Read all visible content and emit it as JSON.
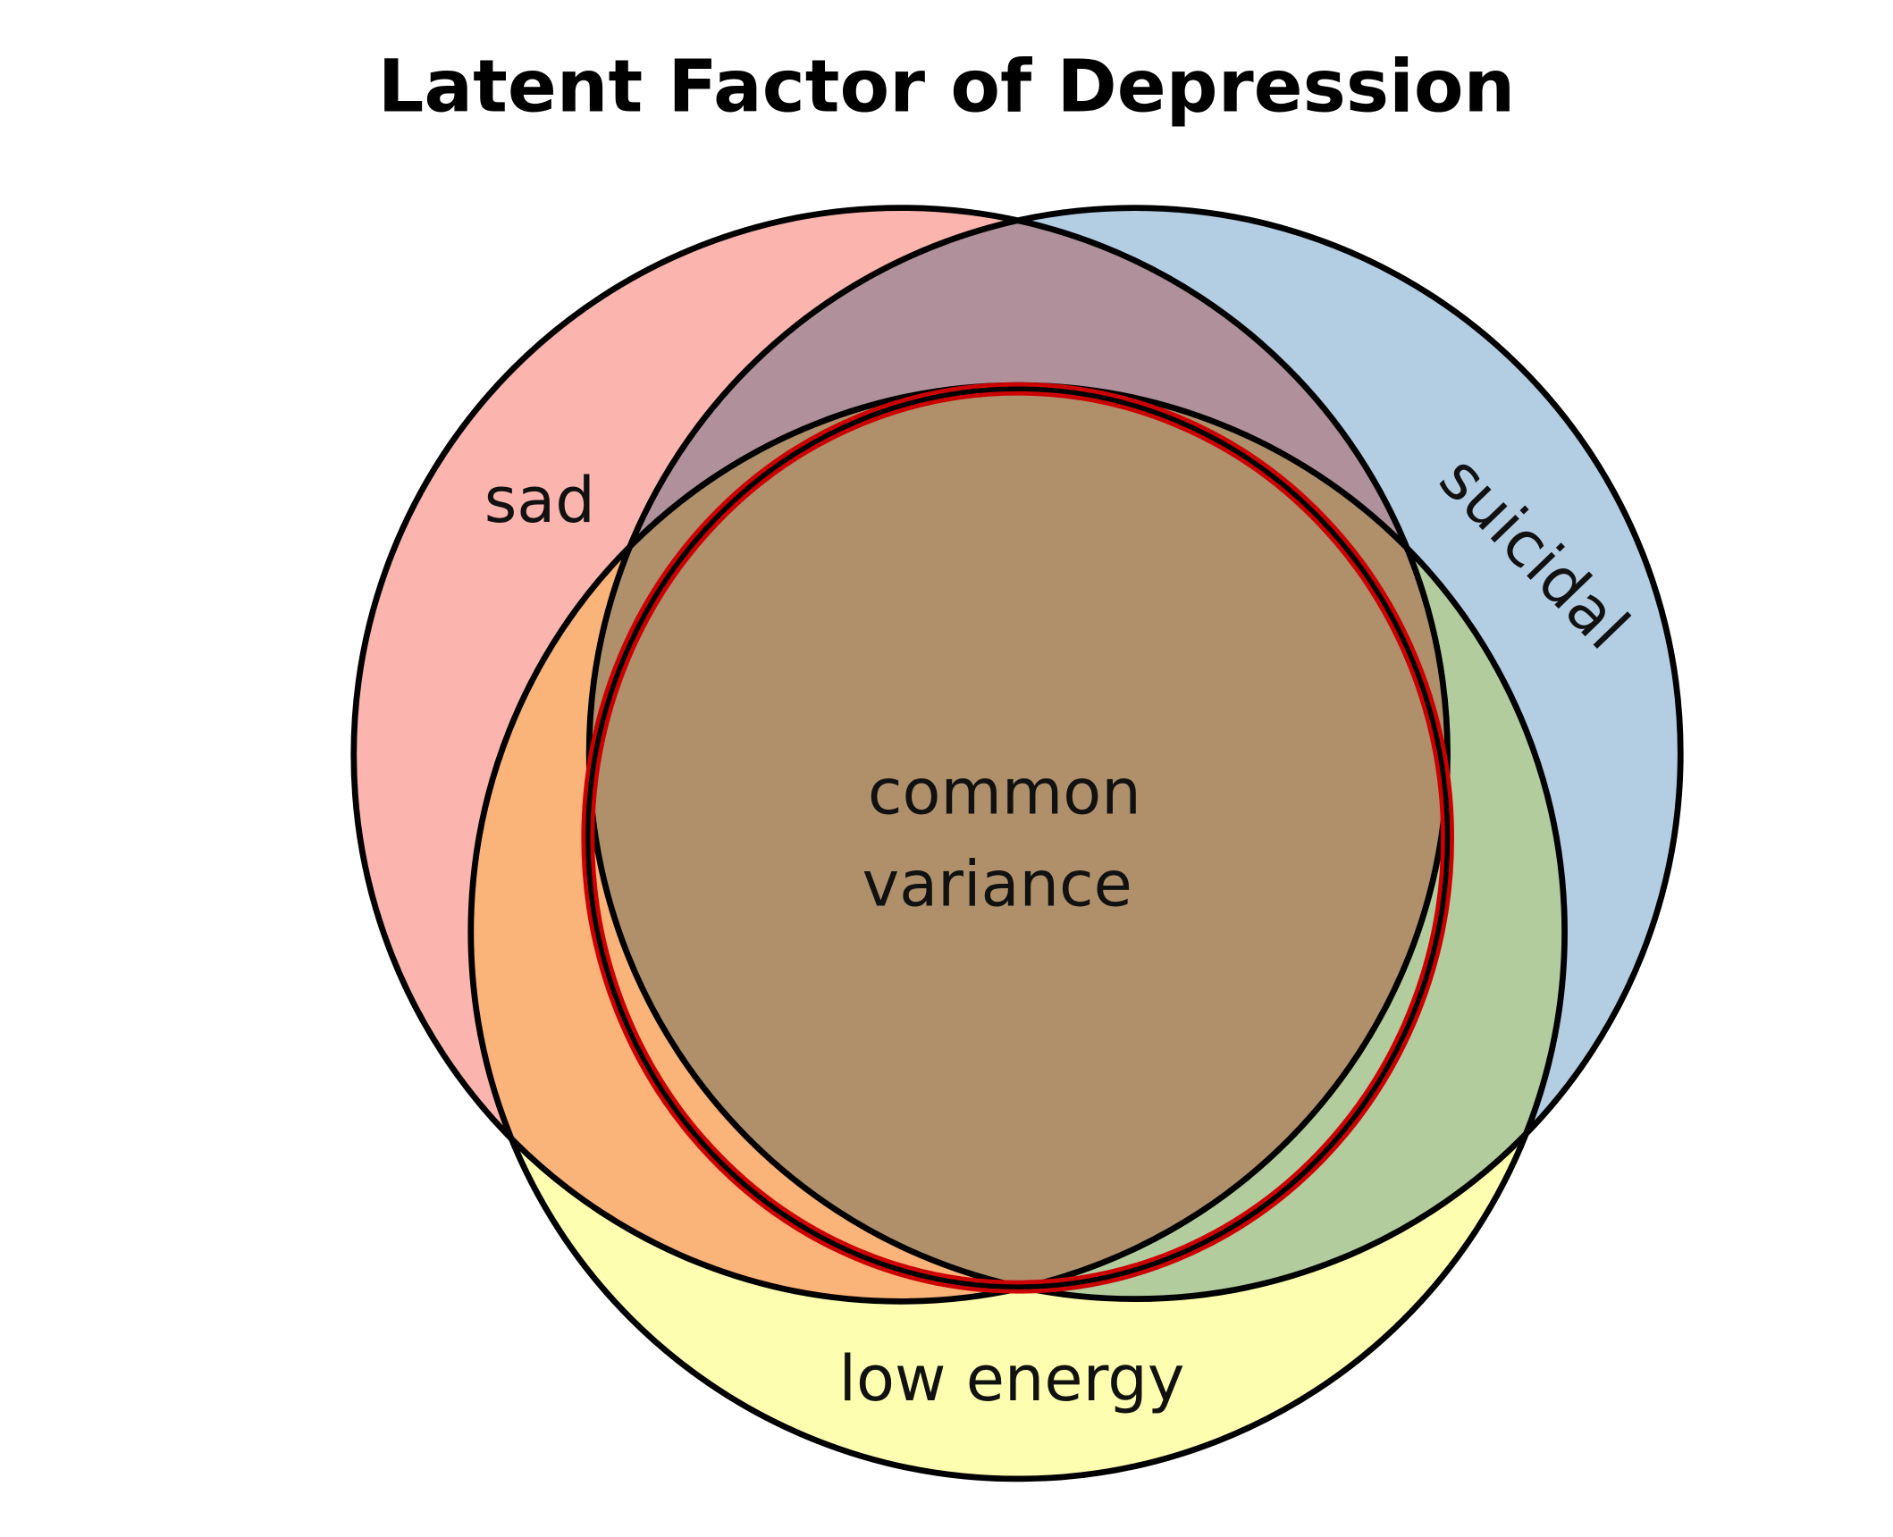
{
  "title": "Latent Factor of Depression",
  "sets": [
    {
      "id": "sad",
      "label": "sad",
      "color": "#fbb4ae"
    },
    {
      "id": "suicidal",
      "label": "suicidal",
      "color": "#b3cde3"
    },
    {
      "id": "low-energy",
      "label": "low energy",
      "color": "#fefeb0"
    }
  ],
  "center": {
    "line1": "common",
    "line2": "variance",
    "outline_color": "#cc0000"
  }
}
